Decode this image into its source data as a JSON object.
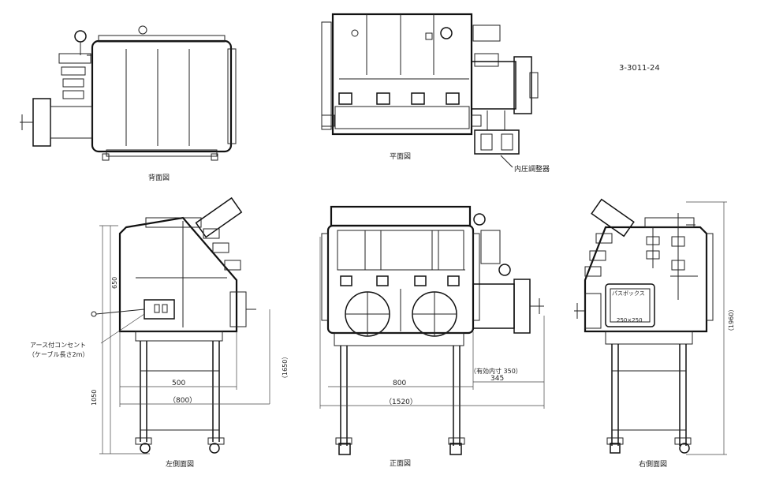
{
  "drawing": {
    "part_number": "3-3011-24",
    "views": {
      "back": "背面図",
      "top": "平面図",
      "left": "左側面図",
      "front": "正面図",
      "right": "右側面図"
    },
    "callouts": {
      "pressure_regulator": "内圧調整器",
      "outlet_line1": "アース付コンセント",
      "outlet_line2": "（ケーブル長さ2m）",
      "passbox": "パスボックス",
      "passbox_size": "250×250",
      "inner_size": "（有効内寸 350）"
    },
    "dimensions": {
      "left_height_top": "650",
      "left_height_bottom": "1050",
      "left_width_inner": "500",
      "left_width_outer": "（800）",
      "left_height_total": "（1650）",
      "front_width_inner": "800",
      "front_width_outer": "（1520）",
      "front_passbox_depth": "345",
      "right_height": "（1960）"
    }
  }
}
